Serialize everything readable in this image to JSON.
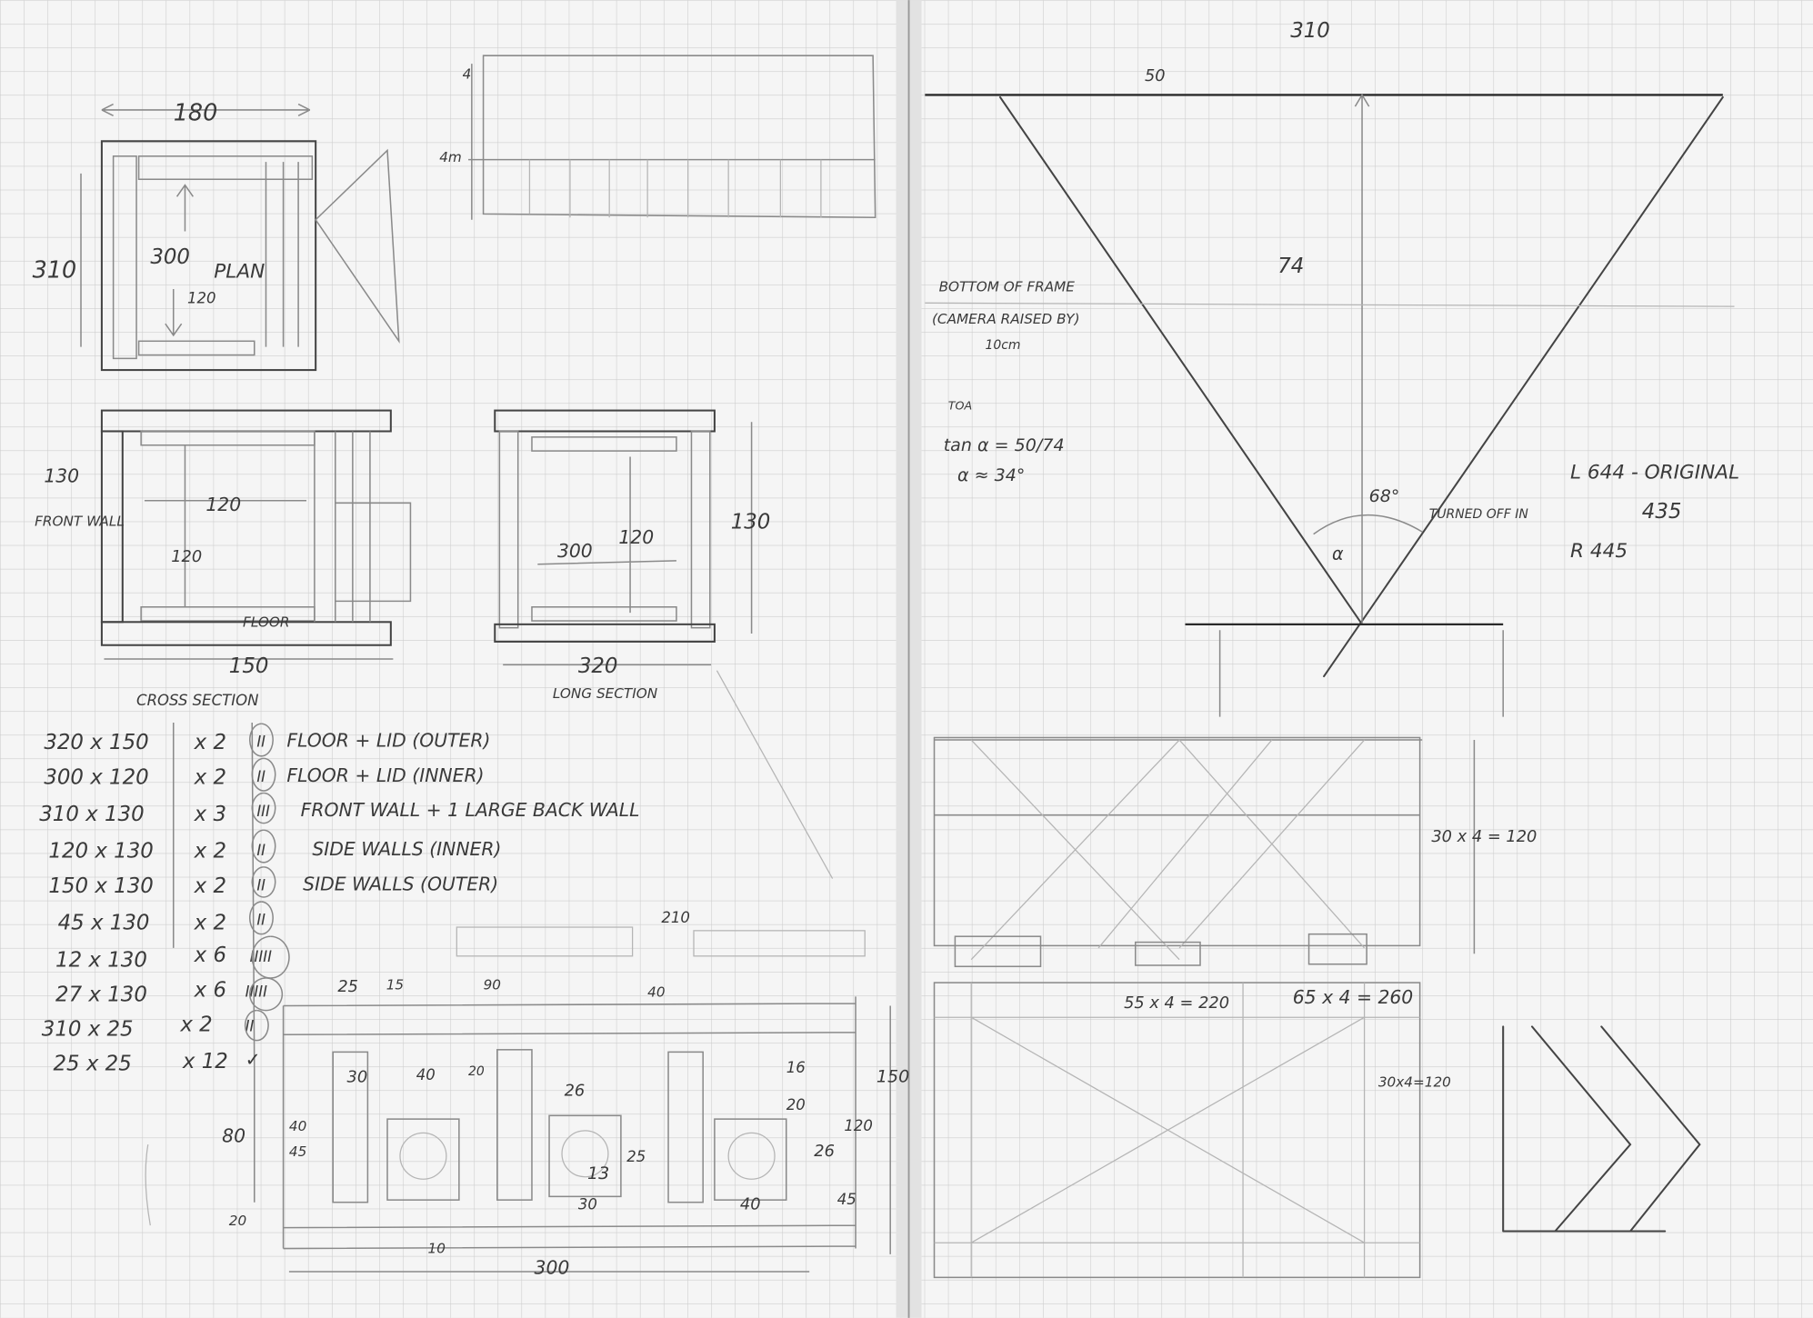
{
  "paper": {
    "background": "#f4f4f4",
    "grid": "#c9c9c9",
    "pencil": "#555555"
  },
  "left_page": {
    "plan": {
      "width_dim": "180",
      "height_dim": "310",
      "inner_dim": "300",
      "label": "PLAN",
      "inner_width": "120"
    },
    "elevation": {
      "dim_top": "4",
      "dim_side": "4m"
    },
    "cross_section": {
      "height": "130",
      "side_label": "FRONT WALL",
      "inner_width": "120",
      "inner_height": "120",
      "floor_label": "FLOOR",
      "width": "150",
      "title": "CROSS SECTION"
    },
    "long_section": {
      "inner_width": "300",
      "inner_height": "120",
      "height": "130",
      "width": "320",
      "title": "LONG SECTION"
    },
    "cut_list": [
      {
        "size": "320 x 150",
        "qty": "x 2",
        "tally": "II",
        "desc": "FLOOR + LID (OUTER)"
      },
      {
        "size": "300 x 120",
        "qty": "x 2",
        "tally": "II",
        "desc": "FLOOR + LID (INNER)"
      },
      {
        "size": "310 x 130",
        "qty": "x 3",
        "tally": "III",
        "desc": "FRONT WALL + 1 LARGE BACK WALL"
      },
      {
        "size": "120 x 130",
        "qty": "x 2",
        "tally": "II",
        "desc": "SIDE WALLS (INNER)"
      },
      {
        "size": "150 x 130",
        "qty": "x 2",
        "tally": "II",
        "desc": "SIDE WALLS (OUTER)"
      },
      {
        "size": "45 x 130",
        "qty": "x 2",
        "tally": "II",
        "desc": ""
      },
      {
        "size": "12 x 130",
        "qty": "x 6",
        "tally": "IIIII",
        "desc": ""
      },
      {
        "size": "27 x 130",
        "qty": "x 6",
        "tally": "IIIII",
        "desc": ""
      },
      {
        "size": "310 x 25",
        "qty": "x 2",
        "tally": "II",
        "desc": ""
      },
      {
        "size": "25 x 25",
        "qty": "x 12",
        "tally": "✓",
        "desc": ""
      }
    ],
    "front_detail": {
      "labels": [
        "210",
        "25",
        "15",
        "90",
        "40",
        "30",
        "40",
        "20",
        "26",
        "80",
        "40",
        "45",
        "25",
        "13",
        "30",
        "40",
        "16",
        "20",
        "150",
        "120",
        "26",
        "45",
        "20",
        "10",
        "300"
      ]
    }
  },
  "right_page": {
    "top_width": "310",
    "half_width": "50",
    "distance": "74",
    "frame_note": "BOTTOM OF FRAME",
    "camera_note": "(CAMERA RAISED BY)",
    "camera_raise": "10cm",
    "toa": "TOA",
    "tan_eq": "tan α = 50/74",
    "alpha_eq": "α ≈ 34°",
    "angle": "68°",
    "alpha": "α",
    "turned_off": "TURNED OFF IN",
    "readings": {
      "l": "L  644 - ORIGINAL",
      "mid": "435",
      "r": "R  445"
    },
    "dims": {
      "grid_v": "30 x 4 = 120",
      "grid_a": "55 x 4 = 220",
      "grid_b": "65 x 4 = 260",
      "grid_v2": "30x4=120"
    }
  }
}
